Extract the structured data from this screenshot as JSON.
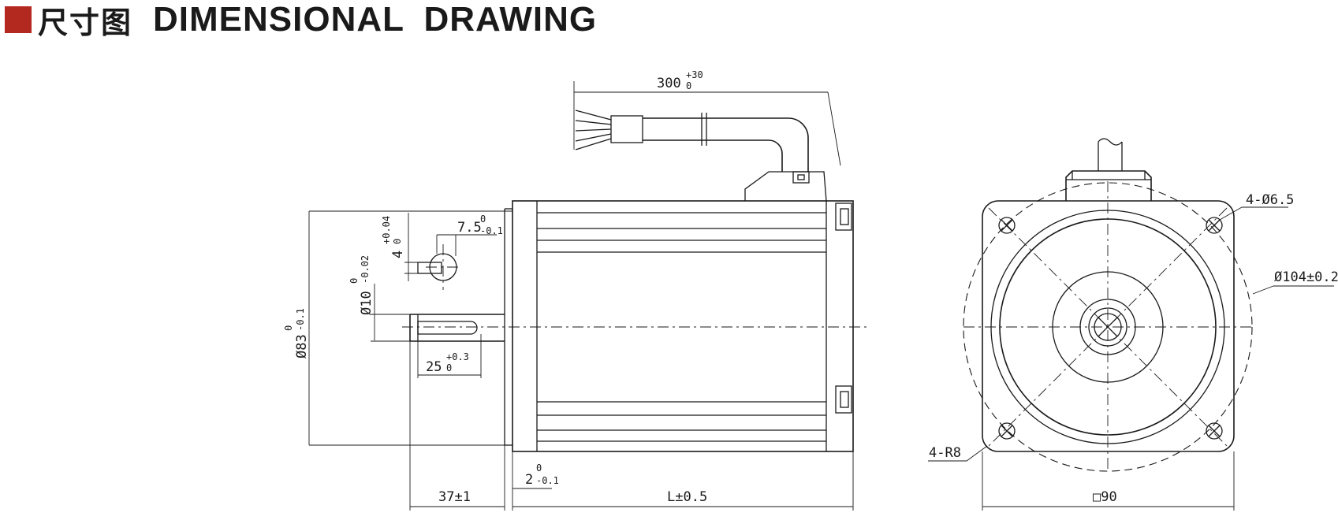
{
  "header": {
    "accent_color": "#b3281f",
    "title_cn": "尺寸图",
    "title_en": "DIMENSIONAL DRAWING"
  },
  "side_view": {
    "cable_length": {
      "base": "300",
      "upper": "+30",
      "lower": "0"
    },
    "key_width": {
      "base": "7.5",
      "upper": "0",
      "lower": "-0.1"
    },
    "key_depth": {
      "base": "4",
      "upper": "+0.04",
      "lower": "0"
    },
    "shaft_diameter": {
      "base": "Ø10",
      "upper": "0",
      "lower": "-0.02"
    },
    "pilot_diameter": {
      "base": "Ø83",
      "upper": "0",
      "lower": "-0.1"
    },
    "key_length": {
      "base": "25",
      "upper": "+0.3",
      "lower": "0"
    },
    "shaft_length": "37±1",
    "flange_step": {
      "base": "2",
      "upper": "0",
      "lower": "-0.1"
    },
    "body_length": "L±0.5"
  },
  "front_view": {
    "mount_holes": "4-Ø6.5",
    "bolt_circle": "Ø104±0.2",
    "corner_radius": "4-R8",
    "square_size": "□90"
  }
}
